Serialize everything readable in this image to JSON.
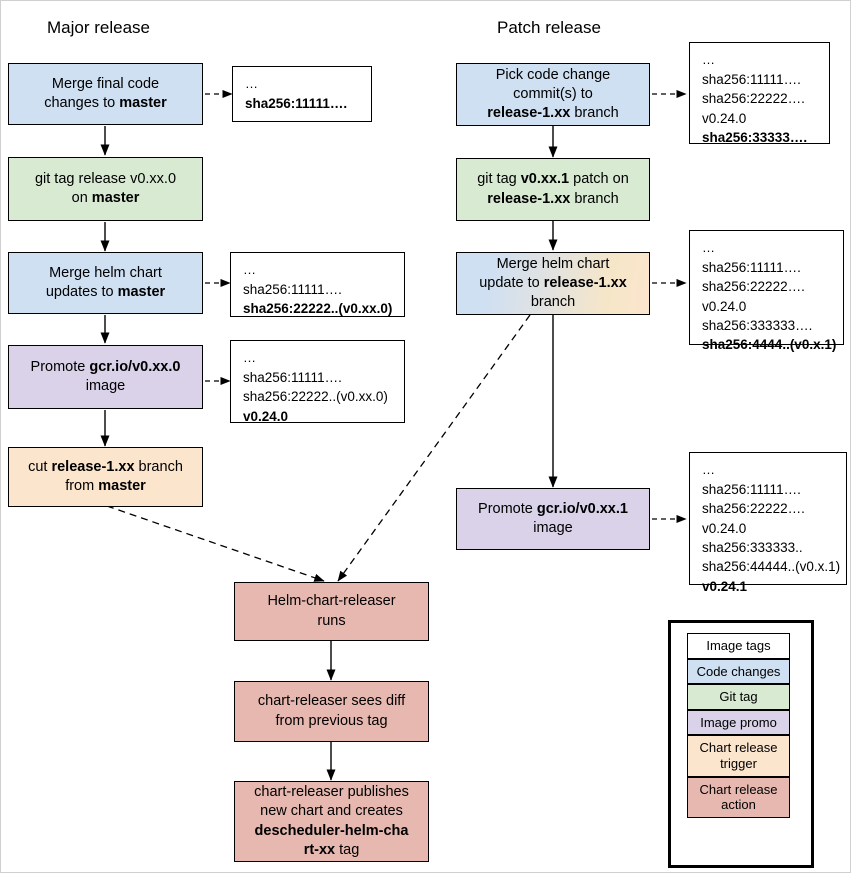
{
  "headings": {
    "major": "Major release",
    "patch": "Patch release"
  },
  "major_flow": [
    {
      "id": "merge-final-code",
      "type": "code-changes",
      "lines": [
        {
          "text": "Merge final code"
        },
        {
          "text": "changes to ",
          "bold_tail": "master"
        }
      ]
    },
    {
      "id": "git-tag-release",
      "type": "git-tag",
      "lines": [
        {
          "text": "git tag release v0.xx.0"
        },
        {
          "text": "on ",
          "bold_tail": "master"
        }
      ]
    },
    {
      "id": "merge-helm-chart-master",
      "type": "code-changes",
      "lines": [
        {
          "text": "Merge helm chart"
        },
        {
          "text": "updates to ",
          "bold_tail": "master"
        }
      ]
    },
    {
      "id": "promote-image-major",
      "type": "image-promo",
      "lines": [
        {
          "text": "Promote ",
          "bold_tail": "gcr.io/v0.xx.0"
        },
        {
          "text": "image"
        }
      ]
    },
    {
      "id": "cut-release-branch",
      "type": "chart-release-trigger",
      "lines": [
        {
          "text": "cut ",
          "bold_mid": "release-1.xx",
          "tail": " branch"
        },
        {
          "text": "from ",
          "bold_tail": "master"
        }
      ]
    }
  ],
  "patch_flow": [
    {
      "id": "pick-code-change",
      "type": "code-changes",
      "lines": [
        {
          "text": "Pick code change"
        },
        {
          "text": "commit(s) to"
        },
        {
          "text": "",
          "bold_mid": "release-1.xx",
          "tail": " branch"
        }
      ]
    },
    {
      "id": "git-tag-patch",
      "type": "git-tag",
      "lines": [
        {
          "text": "git tag ",
          "bold_mid": "v0.xx.1",
          "tail": " patch on"
        },
        {
          "text": "",
          "bold_mid": "release-1.xx",
          "tail": " branch"
        }
      ]
    },
    {
      "id": "merge-helm-chart-release",
      "type": "mixed-trigger",
      "lines": [
        {
          "text": "Merge helm chart"
        },
        {
          "text": "update to ",
          "bold_tail": "release-1.xx"
        },
        {
          "text": "branch"
        }
      ]
    },
    {
      "id": "promote-image-patch",
      "type": "image-promo",
      "lines": [
        {
          "text": "Promote ",
          "bold_tail": "gcr.io/v0.xx.1"
        },
        {
          "text": "image"
        }
      ]
    }
  ],
  "bottom_flow": [
    {
      "id": "helm-chart-releaser-runs",
      "type": "chart-release-action",
      "lines": [
        {
          "text": "Helm-chart-releaser"
        },
        {
          "text": "runs"
        }
      ]
    },
    {
      "id": "chart-releaser-sees-diff",
      "type": "chart-release-action",
      "lines": [
        {
          "text": "chart-releaser sees diff"
        },
        {
          "text": "from previous tag"
        }
      ]
    },
    {
      "id": "chart-releaser-publishes",
      "type": "chart-release-action",
      "lines": [
        {
          "text": "chart-releaser publishes"
        },
        {
          "text": "new chart and creates"
        },
        {
          "text": "",
          "bold_mid": "descheduler-helm-cha",
          "tail": ""
        },
        {
          "text": "",
          "bold_mid": "rt-xx",
          "tail": " tag"
        }
      ]
    }
  ],
  "tag_boxes": [
    {
      "id": "tags-after-merge-final",
      "lines": [
        {
          "text": "…",
          "bold": false
        },
        {
          "text": "sha256:11111….",
          "bold": true
        }
      ]
    },
    {
      "id": "tags-after-merge-helm-master",
      "lines": [
        {
          "text": "…",
          "bold": false
        },
        {
          "text": "sha256:11111….",
          "bold": false
        },
        {
          "text": "sha256:22222..(v0.xx.0)",
          "bold": true
        }
      ]
    },
    {
      "id": "tags-after-promote-major",
      "lines": [
        {
          "text": "…",
          "bold": false
        },
        {
          "text": "sha256:11111….",
          "bold": false
        },
        {
          "text": "sha256:22222..(v0.xx.0)",
          "bold": false
        },
        {
          "text": "v0.24.0",
          "bold": true
        }
      ]
    },
    {
      "id": "tags-after-pick-commits",
      "lines": [
        {
          "text": "…",
          "bold": false
        },
        {
          "text": "sha256:11111….",
          "bold": false
        },
        {
          "text": "sha256:22222….",
          "bold": false
        },
        {
          "text": "v0.24.0",
          "bold": false
        },
        {
          "text": "sha256:33333….",
          "bold": true
        }
      ]
    },
    {
      "id": "tags-after-merge-helm-release",
      "lines": [
        {
          "text": "…",
          "bold": false
        },
        {
          "text": "sha256:11111….",
          "bold": false
        },
        {
          "text": "sha256:22222….",
          "bold": false
        },
        {
          "text": "v0.24.0",
          "bold": false
        },
        {
          "text": "sha256:333333….",
          "bold": false
        },
        {
          "text": "sha256:4444..(v0.x.1)",
          "bold": true
        }
      ]
    },
    {
      "id": "tags-after-promote-patch",
      "lines": [
        {
          "text": "…",
          "bold": false
        },
        {
          "text": "sha256:11111….",
          "bold": false
        },
        {
          "text": "sha256:22222….",
          "bold": false
        },
        {
          "text": "v0.24.0",
          "bold": false
        },
        {
          "text": "sha256:333333..",
          "bold": false
        },
        {
          "text": "sha256:44444..(v0.x.1)",
          "bold": false
        },
        {
          "text": "v0.24.1",
          "bold": true
        }
      ]
    }
  ],
  "legend": {
    "items": [
      {
        "label": "Image tags",
        "type": "image-tags"
      },
      {
        "label": "Code changes",
        "type": "code-changes"
      },
      {
        "label": "Git tag",
        "type": "git-tag"
      },
      {
        "label": "Image promo",
        "type": "image-promo"
      },
      {
        "label": "Chart release\ntrigger",
        "type": "chart-release-trigger"
      },
      {
        "label": "Chart release\naction",
        "type": "chart-release-action"
      }
    ]
  },
  "colors": {
    "code-changes": "#cfe0f3",
    "git-tag": "#d9ead3",
    "image-promo": "#d9d2e9",
    "chart-release-trigger": "#fce5cd",
    "chart-release-action": "#e6b8b0",
    "image-tags": "#ffffff",
    "stroke": "#000000"
  }
}
